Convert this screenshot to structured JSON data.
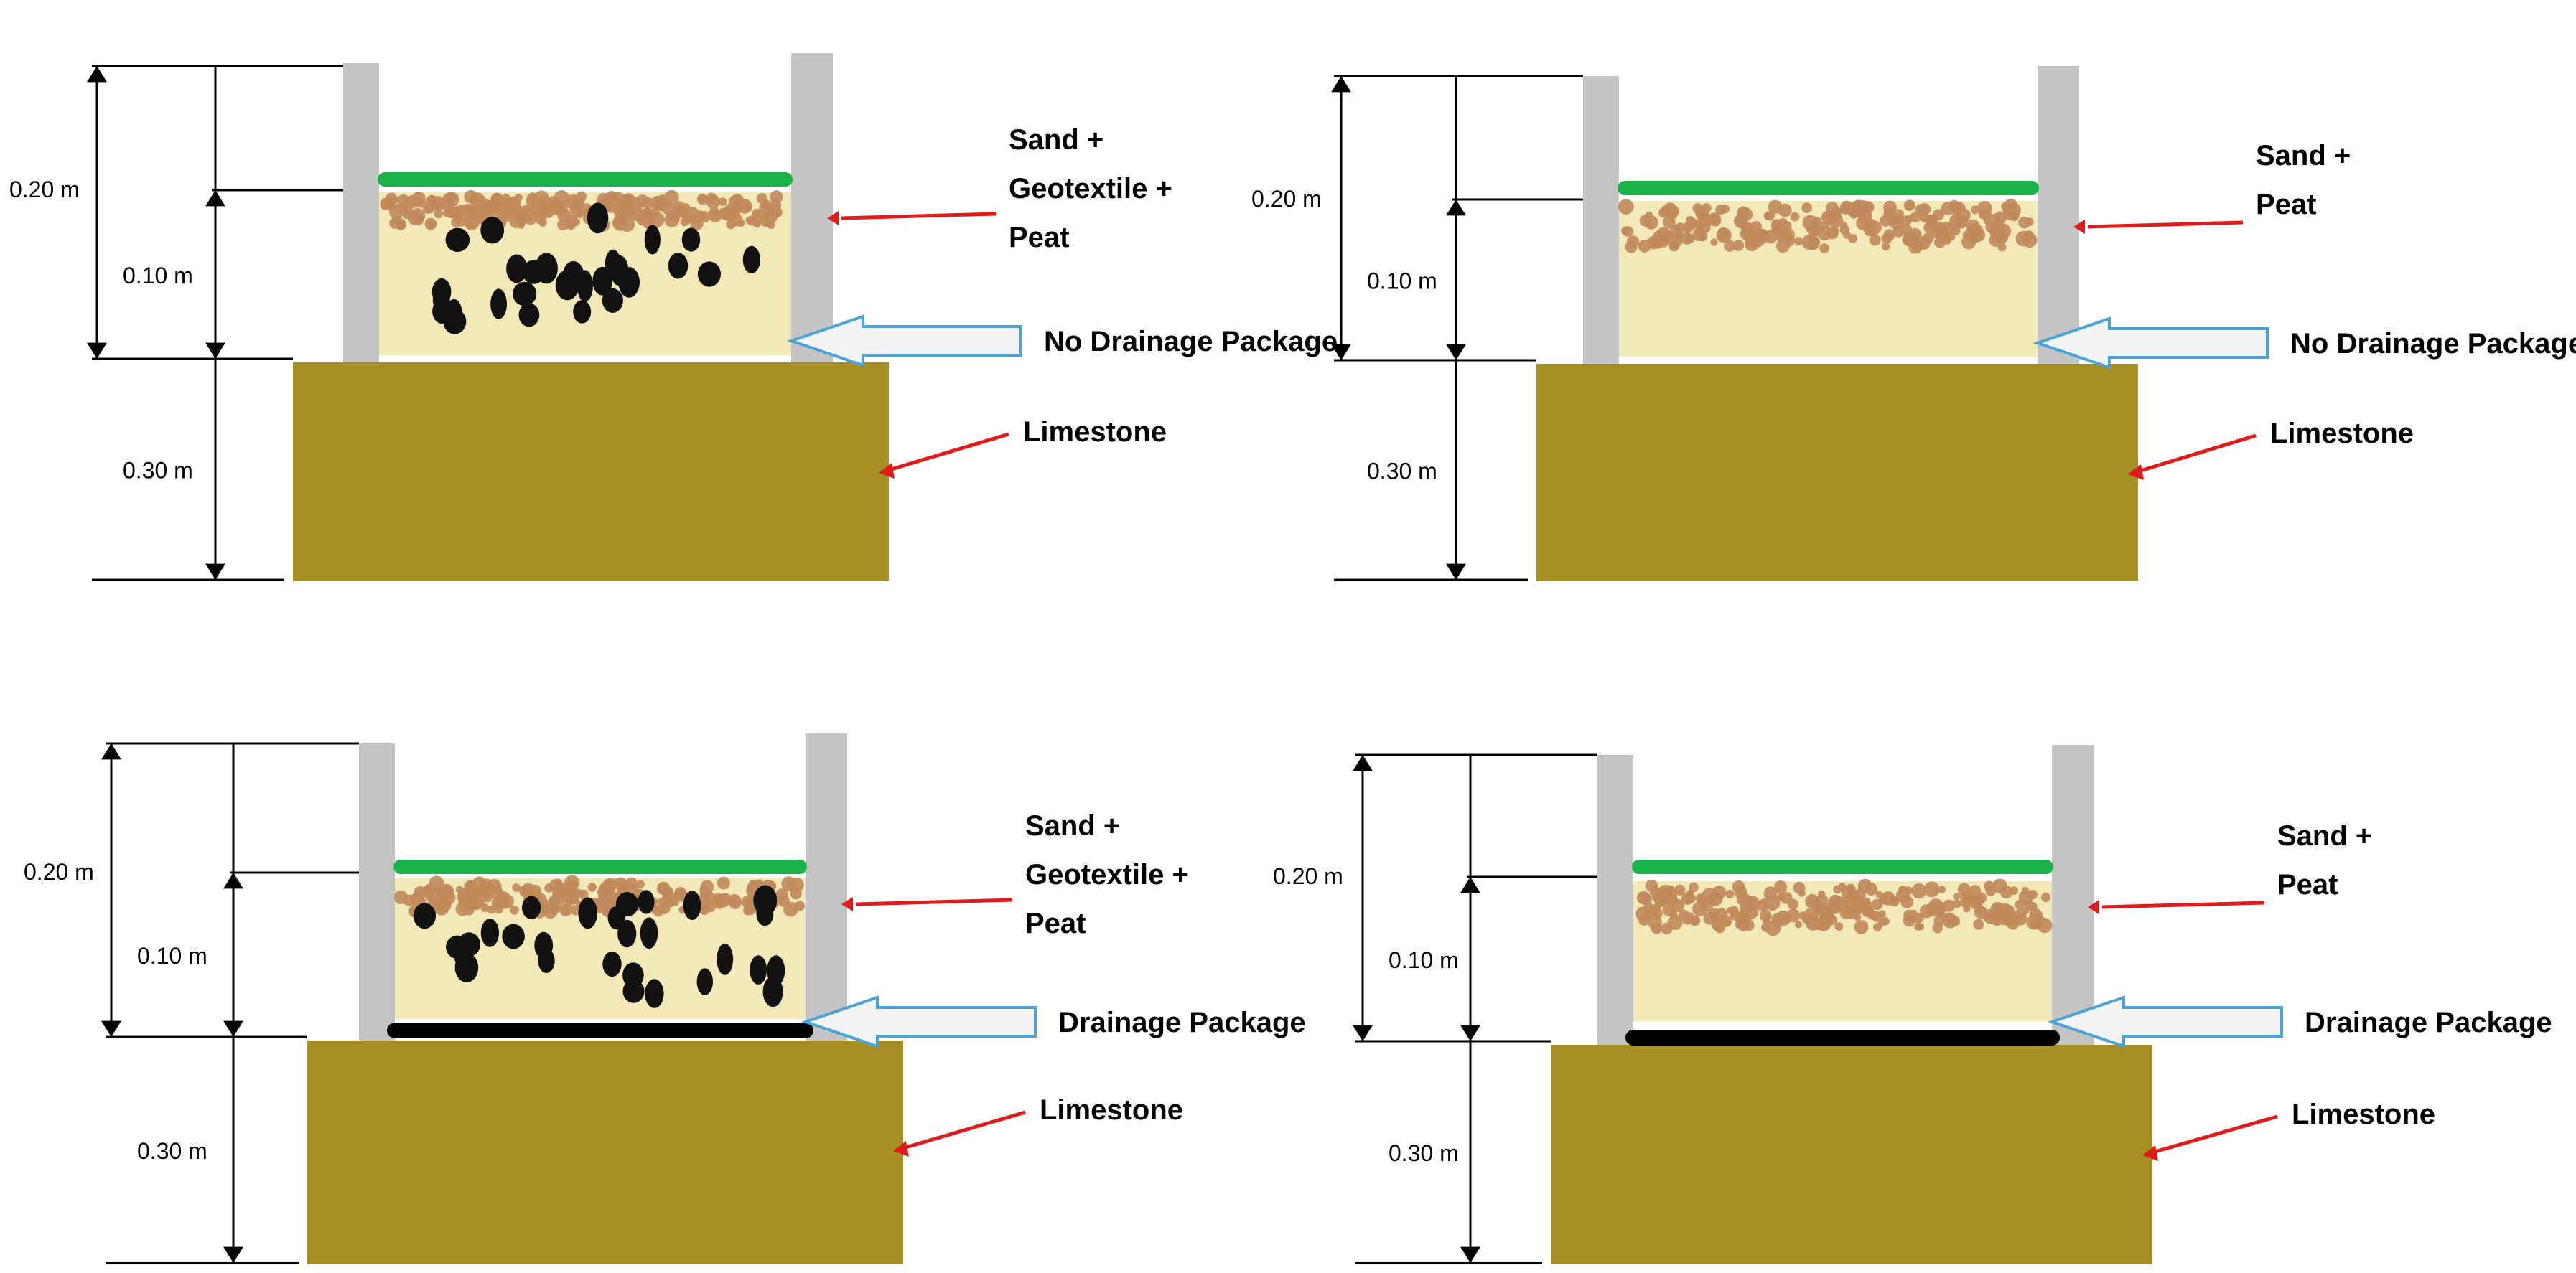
{
  "colors": {
    "sand": "#F3E8B8",
    "peat": "#C08A5A",
    "stone": "#111111",
    "grass": "#19B34A",
    "limestone": "#A68E22",
    "wall": "#C4C4C4",
    "drainage": "#000000",
    "arrow_red": "#E01B1B",
    "arrow_blue_stroke": "#4BA3D8",
    "arrow_blue_fill": "#F4F4F4"
  },
  "panels": [
    {
      "id": "top-left",
      "has_geotextile_stones": true,
      "has_drainage_package": false,
      "dim_total": "0.20 m",
      "dim_upper": "0.10 m",
      "dim_base": "0.30 m",
      "label_mix_lines": [
        "Sand +",
        "Geotextile +",
        "Peat"
      ],
      "label_drainage": "No Drainage Package",
      "label_base": "Limestone"
    },
    {
      "id": "top-right",
      "has_geotextile_stones": false,
      "has_drainage_package": false,
      "dim_total": "0.20 m",
      "dim_upper": "0.10 m",
      "dim_base": "0.30 m",
      "label_mix_lines": [
        "Sand +",
        "Peat"
      ],
      "label_drainage": "No Drainage Package",
      "label_base": "Limestone"
    },
    {
      "id": "bottom-left",
      "has_geotextile_stones": true,
      "has_drainage_package": true,
      "dim_total": "0.20 m",
      "dim_upper": "0.10 m",
      "dim_base": "0.30 m",
      "label_mix_lines": [
        "Sand +",
        "Geotextile +",
        "Peat"
      ],
      "label_drainage": "Drainage Package",
      "label_base": "Limestone"
    },
    {
      "id": "bottom-right",
      "has_geotextile_stones": false,
      "has_drainage_package": true,
      "dim_total": "0.20 m",
      "dim_upper": "0.10 m",
      "dim_base": "0.30 m",
      "label_mix_lines": [
        "Sand +",
        "Peat"
      ],
      "label_drainage": "Drainage Package",
      "label_base": "Limestone"
    }
  ]
}
